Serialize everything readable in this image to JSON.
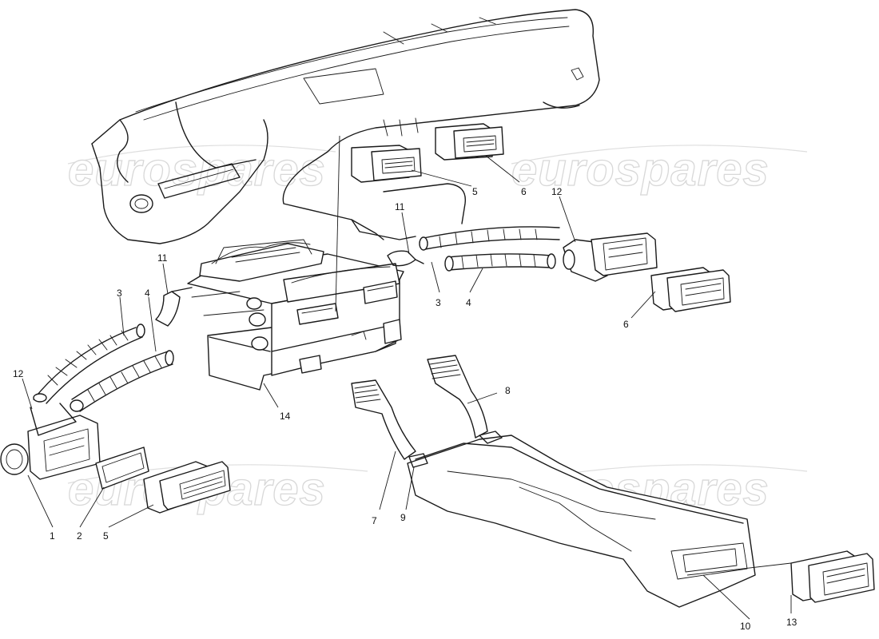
{
  "watermark": {
    "text": "eurospares"
  },
  "callouts": [
    {
      "id": "c-1",
      "label": "1"
    },
    {
      "id": "c-2",
      "label": "2"
    },
    {
      "id": "c-3a",
      "label": "3"
    },
    {
      "id": "c-3b",
      "label": "3"
    },
    {
      "id": "c-4a",
      "label": "4"
    },
    {
      "id": "c-4b",
      "label": "4"
    },
    {
      "id": "c-5a",
      "label": "5"
    },
    {
      "id": "c-5b",
      "label": "5"
    },
    {
      "id": "c-6a",
      "label": "6"
    },
    {
      "id": "c-6b",
      "label": "6"
    },
    {
      "id": "c-7",
      "label": "7"
    },
    {
      "id": "c-8",
      "label": "8"
    },
    {
      "id": "c-9",
      "label": "9"
    },
    {
      "id": "c-10",
      "label": "10"
    },
    {
      "id": "c-11a",
      "label": "11"
    },
    {
      "id": "c-11b",
      "label": "11"
    },
    {
      "id": "c-12a",
      "label": "12"
    },
    {
      "id": "c-12b",
      "label": "12"
    },
    {
      "id": "c-13",
      "label": "13"
    },
    {
      "id": "c-14",
      "label": "14"
    }
  ]
}
